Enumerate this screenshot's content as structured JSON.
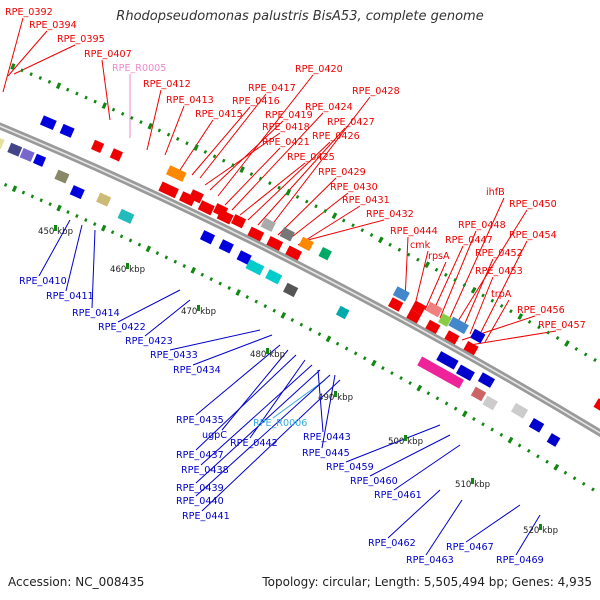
{
  "title": "Rhodopseudomonas palustris BisA53, complete genome",
  "footer": {
    "accession": "Accession: NC_008435",
    "summary": "Topology: circular; Length: 5,505,494 bp; Genes: 4,935"
  },
  "colors": {
    "forward_gene": "#ee0000",
    "reverse_gene": "#0000cc",
    "rna_forward": "#ee88cc",
    "rna_reverse": "#33aadd",
    "backbone": "#888888",
    "tick_mark": "#118811"
  },
  "scale_labels": [
    "450 kbp",
    "460 kbp",
    "470 kbp",
    "480 kbp",
    "490 kbp",
    "500 kbp",
    "510 kbp",
    "520 kbp"
  ],
  "forward_labels": [
    "RPE_0392",
    "RPE_0394",
    "RPE_0395",
    "RPE_0407",
    "RPE_R0005",
    "RPE_0412",
    "RPE_0413",
    "RPE_0415",
    "RPE_0416",
    "RPE_0417",
    "RPE_0418",
    "RPE_0419",
    "RPE_0420",
    "RPE_0421",
    "RPE_0424",
    "RPE_0425",
    "RPE_0426",
    "RPE_0427",
    "RPE_0428",
    "RPE_0429",
    "RPE_0430",
    "RPE_0431",
    "RPE_0432",
    "RPE_0444",
    "cmk",
    "rpsA",
    "RPE_0447",
    "RPE_0448",
    "ihfB",
    "RPE_0450",
    "RPE_0452",
    "RPE_0453",
    "RPE_0454",
    "trpA",
    "RPE_0456",
    "RPE_0457"
  ],
  "reverse_labels": [
    "RPE_0410",
    "RPE_0411",
    "RPE_0414",
    "RPE_0422",
    "RPE_0423",
    "RPE_0433",
    "RPE_0434",
    "RPE_0435",
    "ugpC",
    "RPE_R0006",
    "RPE_0437",
    "RPE_0442",
    "RPE_0443",
    "RPE_0438",
    "RPE_0445",
    "RPE_0439",
    "RPE_0459",
    "RPE_0440",
    "RPE_0460",
    "RPE_0441",
    "RPE_0461",
    "RPE_0462",
    "RPE_0463",
    "RPE_0467",
    "RPE_0469"
  ]
}
